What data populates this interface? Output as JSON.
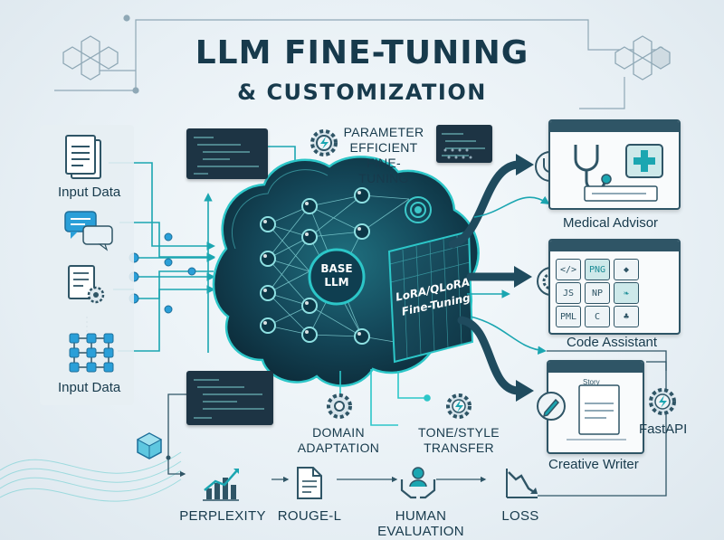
{
  "title": {
    "main": "LLM FINE-TUNING",
    "sub": "& CUSTOMIZATION"
  },
  "inputs": {
    "top_label": "Input Data",
    "bottom_label": "Input Data"
  },
  "brain": {
    "base_label_line1": "BASE",
    "base_label_line2": "LLM",
    "lora_line1": "LoRA/QLoRA",
    "lora_line2": "Fine-Tuning"
  },
  "techniques": {
    "peft_line1": "PARAMETER",
    "peft_line2": "EFFICIENT",
    "peft_line3": "FINE-TUNING",
    "domain_line1": "DOMAIN",
    "domain_line2": "ADAPTATION",
    "tone_line1": "TONE/STYLE",
    "tone_line2": "TRANSFER"
  },
  "outputs": {
    "medical": "Medical Advisor",
    "code": "Code Assistant",
    "creative": "Creative Writer",
    "fastapi": "FastAPI",
    "code_tiles": [
      "</>",
      "PNG",
      "◆",
      "JS",
      "NP",
      "❧",
      "PML",
      "C",
      "♣"
    ],
    "story_label": "Story"
  },
  "metrics": {
    "perplexity": "PERPLEXITY",
    "rouge": "ROUGE-L",
    "human": "HUMAN EVALUATION",
    "loss": "LOSS"
  },
  "colors": {
    "navy": "#173a4c",
    "teal": "#1ba6b1",
    "accent": "#2cc6c8",
    "panel_dark": "#2f5566"
  }
}
